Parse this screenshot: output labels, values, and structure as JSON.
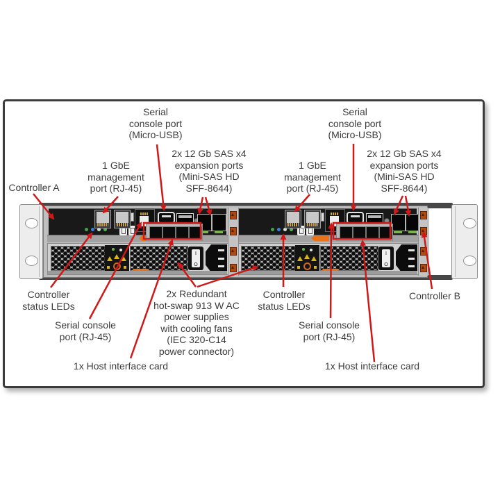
{
  "figure": {
    "subject": "storage-enclosure-rear-view-callout-diagram"
  },
  "callouts": {
    "controller_a": "Controller A",
    "controller_b": "Controller B",
    "serial_console_micro_usb": "Serial\nconsole port\n(Micro-USB)",
    "sas_expansion_ports": "2x 12 Gb SAS x4\nexpansion ports\n(Mini-SAS HD\nSFF-8644)",
    "gbe_management_port": "1 GbE\nmanagement\nport (RJ-45)",
    "controller_status_leds": "Controller\nstatus LEDs",
    "serial_console_rj45": "Serial console\nport (RJ-45)",
    "power_supplies": "2x Redundant\nhot-swap 913 W AC\npower supplies\nwith cooling fans\n(IEC 320-C14\npower connector)",
    "host_interface_card": "1x Host interface card"
  },
  "hardware": {
    "power_switch_on": "I",
    "power_switch_off": "O"
  },
  "colors": {
    "callout_red": "#d01818",
    "label_text": "#3c3c3c",
    "chassis_gray": "#bfbfbf",
    "latch_orange": "#e8731a",
    "led_green": "#46a04e",
    "led_blue": "#3f7fd6"
  }
}
